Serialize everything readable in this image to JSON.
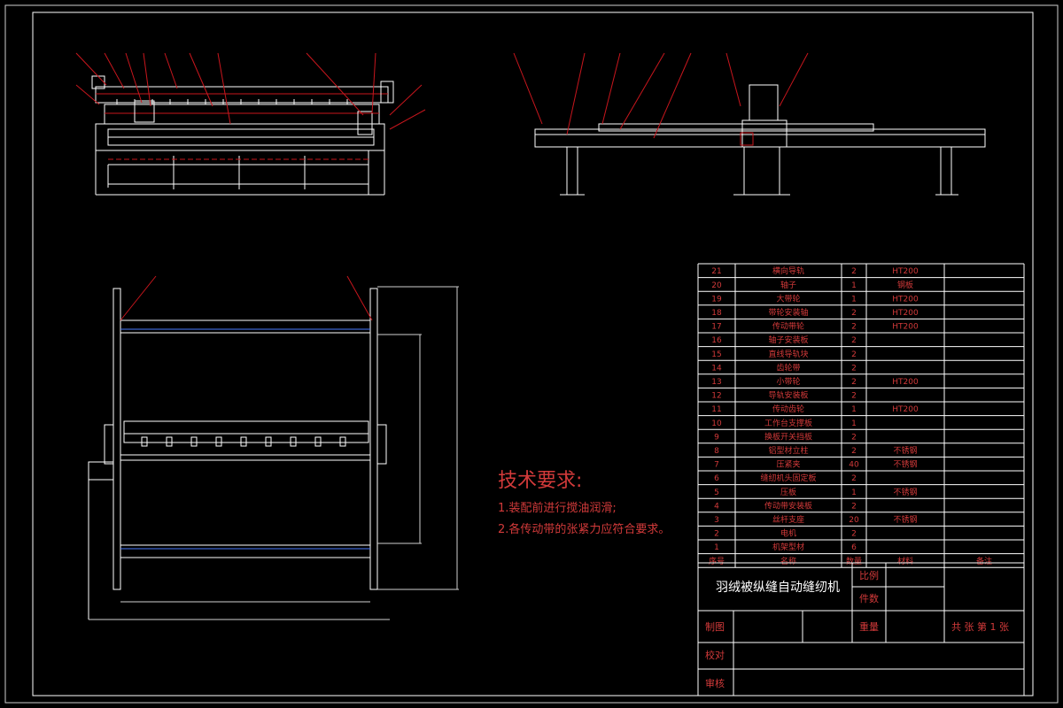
{
  "tech_requirements": {
    "heading": "技术要求:",
    "items": [
      "1.装配前进行搅油润滑;",
      "2.各传动带的张紧力应符合要求。"
    ]
  },
  "parts_table": {
    "headers": [
      "序号",
      "名称",
      "数量",
      "材料",
      "备注"
    ],
    "rows": [
      [
        "21",
        "横向导轨",
        "2",
        "HT200",
        ""
      ],
      [
        "20",
        "轴子",
        "1",
        "钢板",
        ""
      ],
      [
        "19",
        "大带轮",
        "1",
        "HT200",
        ""
      ],
      [
        "18",
        "带轮安装轴",
        "2",
        "HT200",
        ""
      ],
      [
        "17",
        "传动带轮",
        "2",
        "HT200",
        ""
      ],
      [
        "16",
        "轴子安装板",
        "2",
        "",
        ""
      ],
      [
        "15",
        "直线导轨块",
        "2",
        "",
        ""
      ],
      [
        "14",
        "齿轮带",
        "2",
        "",
        ""
      ],
      [
        "13",
        "小带轮",
        "2",
        "HT200",
        ""
      ],
      [
        "12",
        "导轨安装板",
        "2",
        "",
        ""
      ],
      [
        "11",
        "传动齿轮",
        "1",
        "HT200",
        ""
      ],
      [
        "10",
        "工作台支撑板",
        "1",
        "",
        ""
      ],
      [
        "9",
        "换板开关挡板",
        "2",
        "",
        ""
      ],
      [
        "8",
        "铝型材立柱",
        "2",
        "不锈钢",
        ""
      ],
      [
        "7",
        "压紧夹",
        "40",
        "不锈钢",
        ""
      ],
      [
        "6",
        "缝纫机头固定板",
        "2",
        "",
        ""
      ],
      [
        "5",
        "压板",
        "1",
        "不锈钢",
        ""
      ],
      [
        "4",
        "传动带安装板",
        "2",
        "",
        ""
      ],
      [
        "3",
        "丝杆支座",
        "20",
        "不锈钢",
        ""
      ],
      [
        "2",
        "电机",
        "2",
        "",
        ""
      ],
      [
        "1",
        "机架型材",
        "6",
        "",
        ""
      ]
    ]
  },
  "title_block": {
    "title": "羽绒被纵缝自动缝纫机",
    "scale_label": "比例",
    "pieces_label": "件数",
    "weight_label": "重量",
    "sheet_label": "共 张  第 1 张",
    "drawn_label": "制图",
    "checked_label": "校对",
    "approved_label": "审核"
  },
  "colors": {
    "line": "#ffffff",
    "annotation": "#c8161d",
    "text": "#d23a3a"
  }
}
